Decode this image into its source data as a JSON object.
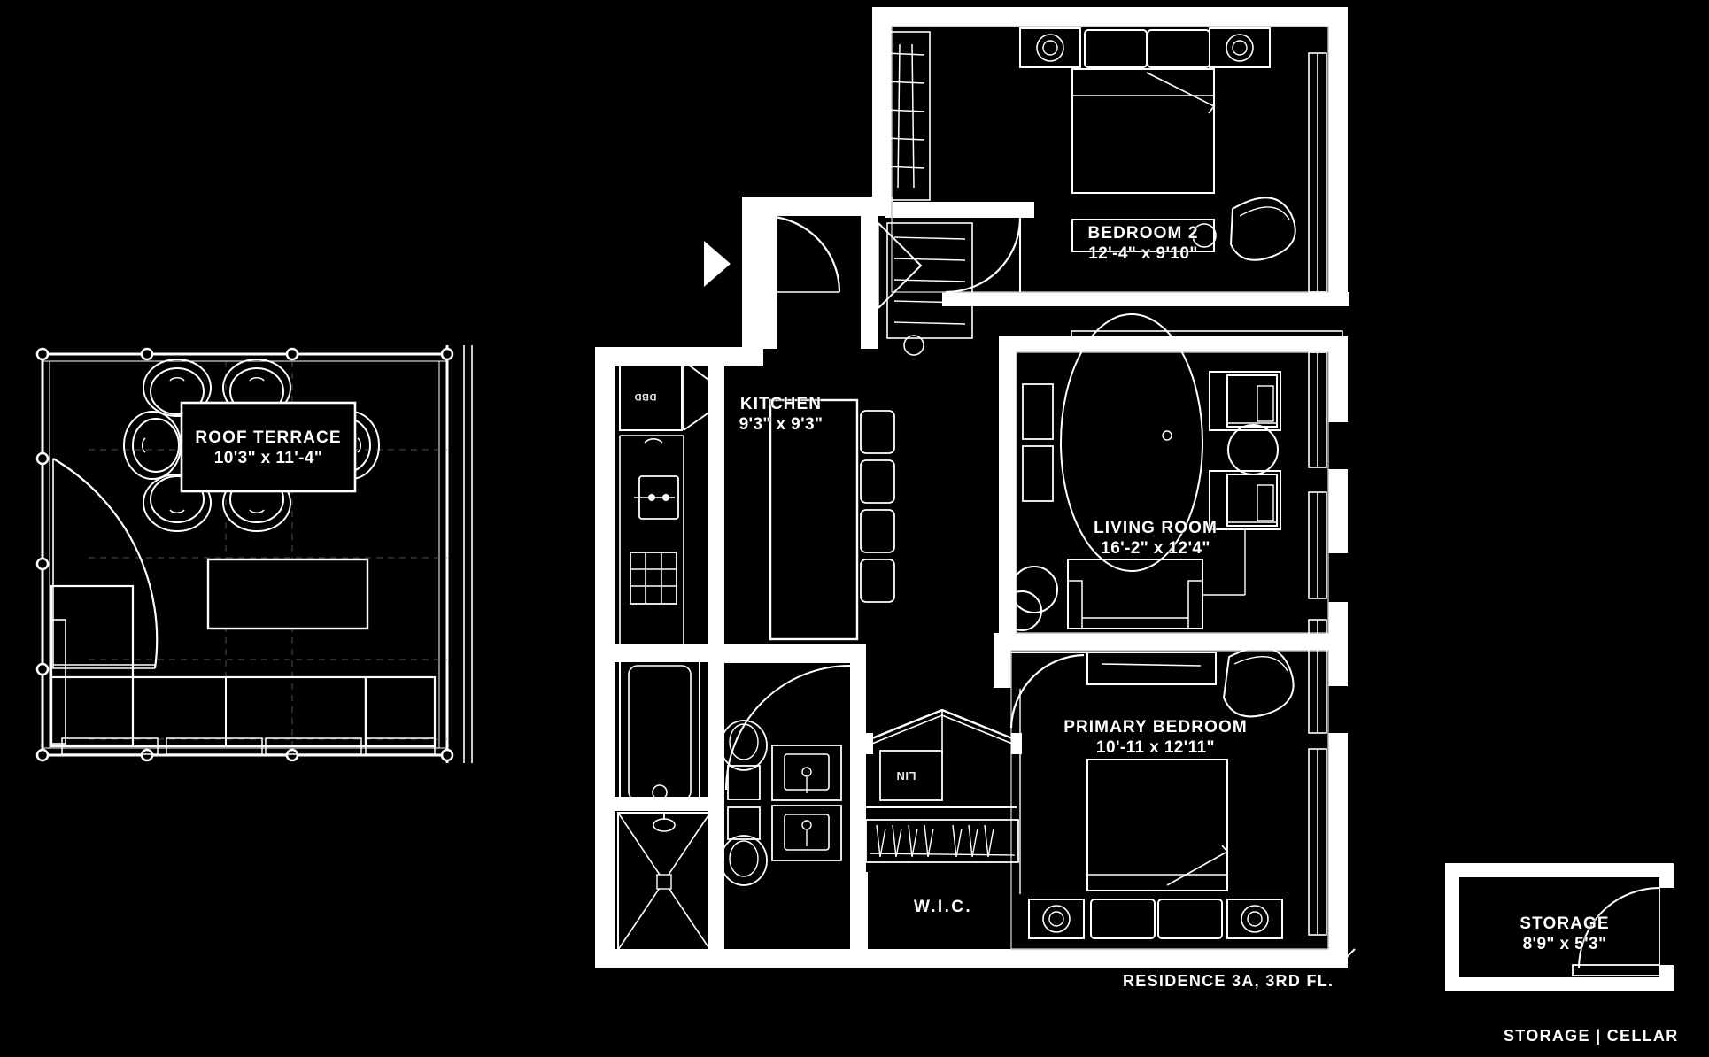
{
  "meta": {
    "background_color": "#000000",
    "line_color": "#ffffff",
    "drawing_type": "architectural-floor-plan"
  },
  "plans": {
    "roof_terrace": {
      "caption": "",
      "room": {
        "name": "ROOF TERRACE",
        "dimensions": "10'3\" x 11'-4\""
      }
    },
    "residence": {
      "caption": "RESIDENCE 3A, 3RD FL.",
      "rooms": [
        {
          "name": "BEDROOM 2",
          "dimensions": "12'-4\" x 9'10\""
        },
        {
          "name": "KITCHEN",
          "dimensions": "9'3\" x 9'3\""
        },
        {
          "name": "LIVING ROOM",
          "dimensions": "16'-2\" x 12'4\""
        },
        {
          "name": "PRIMARY BEDROOM",
          "dimensions": "10'-11 x 12'11\""
        },
        {
          "name": "W.I.C.",
          "dimensions": ""
        }
      ],
      "fixture_labels": [
        {
          "text": "DBD"
        },
        {
          "text": "LIN"
        }
      ]
    },
    "storage": {
      "caption": "STORAGE | CELLAR",
      "room": {
        "name": "STORAGE",
        "dimensions": "8'9\" x 5'3\""
      }
    }
  },
  "markers": {
    "entry_arrow": "play-triangle-icon"
  }
}
